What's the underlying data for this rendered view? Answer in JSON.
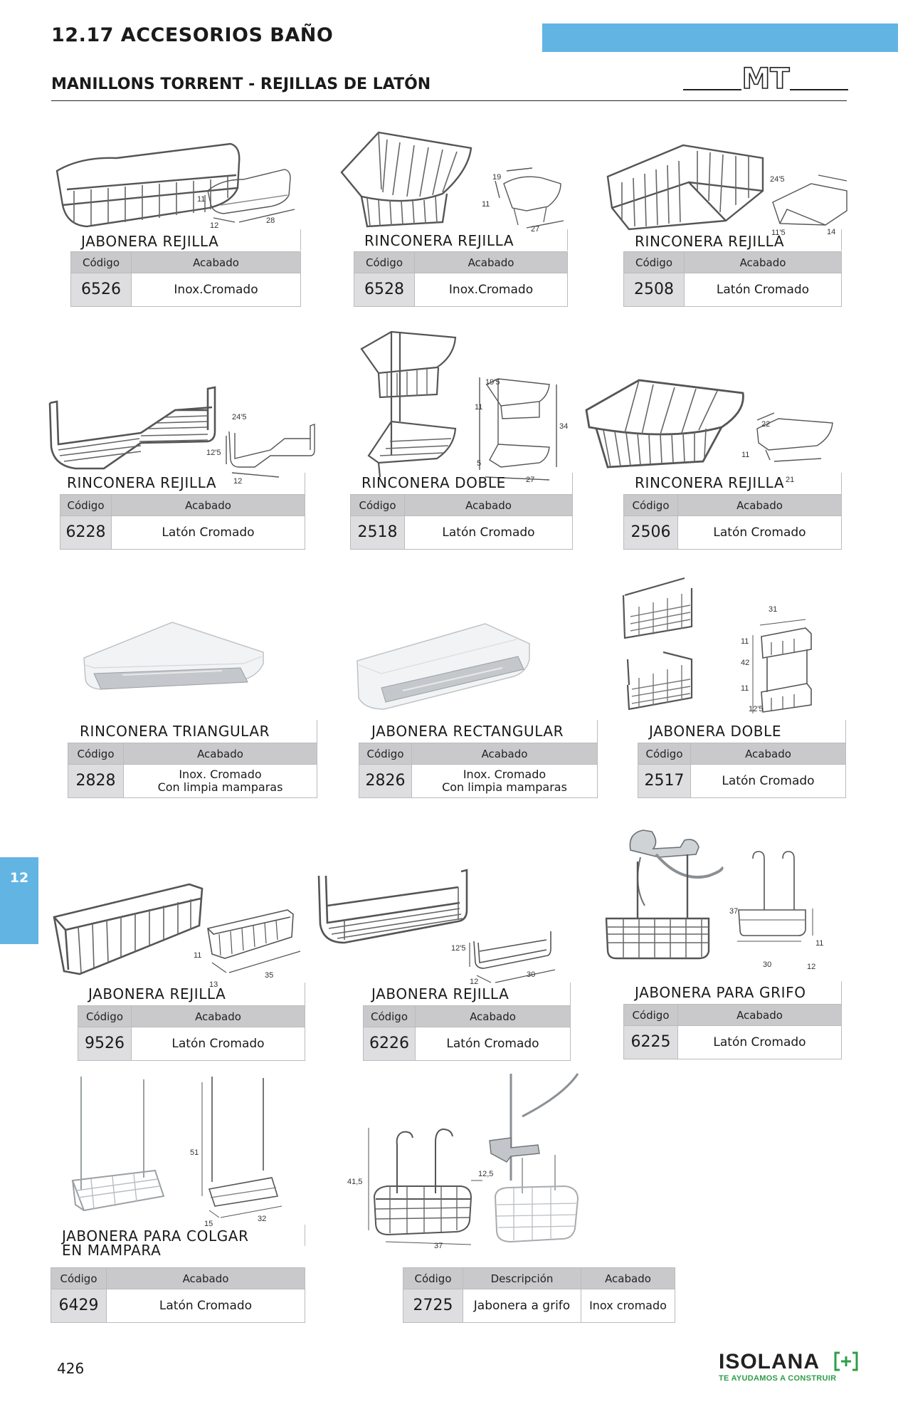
{
  "header": {
    "section_title": "12.17 ACCESORIOS BAÑO",
    "brand_bold": "MANILLONS TORRENT - ",
    "subtitle_rest": "REJILLAS DE LATÓN",
    "logo_text": "MT"
  },
  "side_tab": "12",
  "page_number": "426",
  "table_headers": {
    "code": "Código",
    "finish": "Acabado",
    "description": "Descripción"
  },
  "products": [
    {
      "name": "JABONERA REJILLA",
      "code": "6526",
      "finish": "Inox.Cromado",
      "dims": [
        "11",
        "12",
        "28"
      ]
    },
    {
      "name": "RINCONERA REJILLA",
      "code": "6528",
      "finish": "Inox.Cromado",
      "dims": [
        "19",
        "11",
        "27"
      ]
    },
    {
      "name": "RINCONERA REJILLA",
      "code": "2508",
      "finish": "Latón Cromado",
      "dims": [
        "24'5",
        "11'5",
        "14"
      ]
    },
    {
      "name": "RINCONERA REJILLA",
      "code": "6228",
      "finish": "Latón Cromado",
      "dims": [
        "24'5",
        "12'5",
        "12"
      ]
    },
    {
      "name": "RINCONERA DOBLE",
      "code": "2518",
      "finish": "Latón Cromado",
      "dims": [
        "19'5",
        "11",
        "34",
        "5",
        "27"
      ]
    },
    {
      "name": "RINCONERA REJILLA",
      "code": "2506",
      "finish": "Latón Cromado",
      "dims": [
        "22",
        "11",
        "21"
      ]
    },
    {
      "name": "RINCONERA TRIANGULAR",
      "code": "2828",
      "finish_line1": "Inox. Cromado",
      "finish_line2": "Con limpia mamparas"
    },
    {
      "name": "JABONERA RECTANGULAR",
      "code": "2826",
      "finish_line1": "Inox. Cromado",
      "finish_line2": "Con limpia mamparas"
    },
    {
      "name": "JABONERA DOBLE",
      "code": "2517",
      "finish": "Latón Cromado",
      "dims": [
        "31",
        "11",
        "42",
        "11",
        "12'5"
      ]
    },
    {
      "name": "JABONERA REJILLA",
      "code": "9526",
      "finish": "Latón Cromado",
      "dims": [
        "11",
        "13",
        "35"
      ]
    },
    {
      "name": "JABONERA REJILLA",
      "code": "6226",
      "finish": "Latón Cromado",
      "dims": [
        "12'5",
        "12",
        "30"
      ]
    },
    {
      "name": "JABONERA PARA GRIFO",
      "code": "6225",
      "finish": "Latón Cromado",
      "dims": [
        "37",
        "30",
        "11",
        "12"
      ]
    },
    {
      "name_line1": "JABONERA PARA COLGAR",
      "name_line2": "EN MAMPARA",
      "code": "6429",
      "finish": "Latón Cromado",
      "dims": [
        "51",
        "15",
        "32"
      ]
    },
    {
      "code": "2725",
      "description": "Jabonera a grifo",
      "finish": "Inox cromado",
      "dims": [
        "41,5",
        "12,5",
        "37"
      ]
    }
  ],
  "footer": {
    "brand_name": "ISOLANA",
    "brand_tagline": "TE AYUDAMOS A CONSTRUIR"
  },
  "colors": {
    "accent_blue": "#62b4e3",
    "header_gray": "#c9c9cc",
    "code_gray": "#dedee0",
    "brand_green": "#2e9d48"
  }
}
